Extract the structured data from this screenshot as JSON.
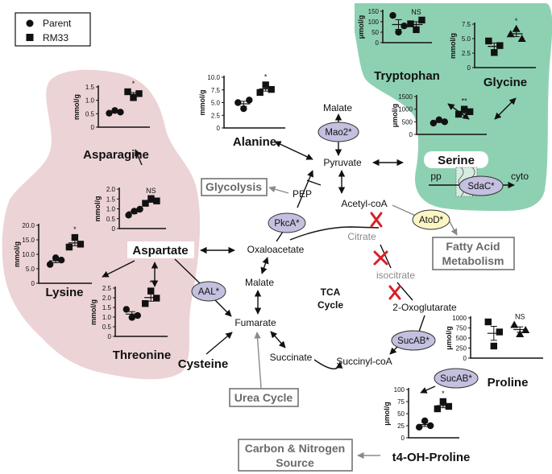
{
  "legend": [
    {
      "marker": "circle",
      "label": "Parent"
    },
    {
      "marker": "square",
      "label": "RM33"
    }
  ],
  "colors": {
    "amino_region": "#ecd3d6",
    "serine_region": "#8ed1b2",
    "enzyme_fill": "#c4c0e0",
    "atod_fill": "#fbf6c4",
    "block_mark": "#d91e26",
    "gray_text": "#8a8a8a"
  },
  "metabolites": {
    "malate_top": "Malate",
    "pyruvate": "Pyruvate",
    "pep": "PEP",
    "acetyl_coa": "Acetyl-coA",
    "citrate": "Citrate",
    "isocitrate": "isocitrate",
    "oxaloacetate": "Oxaloacetate",
    "malate": "Malate",
    "fumarate": "Fumarate",
    "two_oxoglutarate": "2-Oxoglutarate",
    "succinate": "Succinate",
    "succinyl_coa": "Succinyl-coA",
    "tca_line1": "TCA",
    "tca_line2": "Cycle",
    "cysteine": "Cysteine",
    "aspartate": "Aspartate",
    "pp": "pp",
    "cyto": "cyto"
  },
  "pathways": {
    "glycolysis": "Glycolysis",
    "urea_cycle": "Urea Cycle",
    "fatty_acid_line1": "Fatty Acid",
    "fatty_acid_line2": "Metabolism",
    "carbon_line1": "Carbon & Nitrogen",
    "carbon_line2": "Source"
  },
  "enzymes": {
    "mao2": "Mao2*",
    "pkca": "PkcA*",
    "aal": "AAL*",
    "atod": "AtoD*",
    "sdac": "SdaC*",
    "sucab_1": "SucAB*",
    "sucab_2": "SucAB*"
  },
  "chart_data": [
    {
      "type": "scatter",
      "title": "Asparagine",
      "ylabel": "mmol/g",
      "ylim": [
        0,
        1.5
      ],
      "yticks": [
        "0",
        "0.5",
        "1.0",
        "1.5"
      ],
      "series": [
        {
          "name": "Parent",
          "marker": "circle",
          "values": [
            0.52,
            0.62,
            0.56
          ]
        },
        {
          "name": "RM33",
          "marker": "square",
          "values": [
            1.32,
            1.1,
            1.25
          ]
        }
      ],
      "significance": "*"
    },
    {
      "type": "scatter",
      "title": "Lysine",
      "ylabel": "mmol/g",
      "ylim": [
        0,
        20
      ],
      "yticks": [
        "0",
        "5.0",
        "10.0",
        "15.0",
        "20.0"
      ],
      "series": [
        {
          "name": "Parent",
          "marker": "circle",
          "values": [
            6.5,
            8.8,
            8.0
          ]
        },
        {
          "name": "RM33",
          "marker": "square",
          "values": [
            12.5,
            15.8,
            13.5
          ]
        }
      ],
      "significance": "*"
    },
    {
      "type": "scatter",
      "title": "Aspartate",
      "ylabel": "mmol/g",
      "ylim": [
        0,
        2.0
      ],
      "yticks": [
        "0",
        "0.5",
        "1.0",
        "1.5",
        "2.0"
      ],
      "series": [
        {
          "name": "Parent",
          "marker": "circle",
          "values": [
            0.68,
            0.88,
            0.98
          ]
        },
        {
          "name": "RM33",
          "marker": "square",
          "values": [
            1.28,
            1.52,
            1.4
          ]
        }
      ],
      "significance": "NS"
    },
    {
      "type": "scatter",
      "title": "Threonine",
      "ylabel": "mmol/g",
      "ylim": [
        0,
        2.5
      ],
      "yticks": [
        "0",
        "0.5",
        "1.0",
        "1.5",
        "2.0",
        "2.5"
      ],
      "series": [
        {
          "name": "Parent",
          "marker": "circle",
          "values": [
            1.4,
            0.98,
            1.08
          ]
        },
        {
          "name": "RM33",
          "marker": "square",
          "values": [
            1.7,
            2.35,
            1.98
          ]
        }
      ],
      "significance": "*"
    },
    {
      "type": "scatter",
      "title": "Alanine",
      "ylabel": "mmol/g",
      "ylim": [
        0,
        10
      ],
      "yticks": [
        "0",
        "2.5",
        "5.0",
        "7.5",
        "10.0"
      ],
      "series": [
        {
          "name": "Parent",
          "marker": "circle",
          "values": [
            5.0,
            3.8,
            5.5
          ]
        },
        {
          "name": "RM33",
          "marker": "square",
          "values": [
            7.0,
            8.5,
            7.6
          ]
        }
      ],
      "significance": "*"
    },
    {
      "type": "scatter",
      "title": "Tryptophan",
      "ylabel": "μmol/g",
      "ylim": [
        0,
        150
      ],
      "yticks": [
        "0",
        "50",
        "100",
        "150"
      ],
      "series": [
        {
          "name": "Parent",
          "marker": "circle",
          "values": [
            130,
            50,
            80
          ]
        },
        {
          "name": "RM33",
          "marker": "square",
          "values": [
            90,
            62,
            108
          ]
        }
      ],
      "significance": "NS"
    },
    {
      "type": "scatter",
      "title": "Glycine",
      "ylabel": "mmol/g",
      "ylim": [
        0,
        7.5
      ],
      "yticks": [
        "0",
        "2.5",
        "5.0",
        "7.5"
      ],
      "series": [
        {
          "name": "Parent",
          "marker": "square",
          "values": [
            4.6,
            2.6,
            3.8
          ]
        },
        {
          "name": "RM33",
          "marker": "triangle",
          "values": [
            5.8,
            6.7,
            5.0
          ]
        }
      ],
      "significance": "*"
    },
    {
      "type": "scatter",
      "title": "Serine",
      "ylabel": "μmol/g",
      "ylim": [
        0,
        1500
      ],
      "yticks": [
        "0",
        "500",
        "1000",
        "1500"
      ],
      "series": [
        {
          "name": "Parent",
          "marker": "circle",
          "values": [
            450,
            580,
            500
          ]
        },
        {
          "name": "RM33",
          "marker": "square",
          "values": [
            800,
            1000,
            900
          ]
        }
      ],
      "significance": "**"
    },
    {
      "type": "scatter",
      "title": "Proline",
      "ylabel": "μmol/g",
      "ylim": [
        0,
        1000
      ],
      "yticks": [
        "0",
        "250",
        "500",
        "750",
        "1000"
      ],
      "series": [
        {
          "name": "Parent",
          "marker": "square",
          "values": [
            900,
            300,
            650
          ]
        },
        {
          "name": "RM33",
          "marker": "triangle",
          "values": [
            830,
            600,
            700
          ]
        }
      ],
      "significance": "NS"
    },
    {
      "type": "scatter",
      "title": "t4-OH-Proline",
      "ylabel": "μmol/g",
      "ylim": [
        0,
        100
      ],
      "yticks": [
        "0",
        "25",
        "50",
        "75",
        "100"
      ],
      "series": [
        {
          "name": "Parent",
          "marker": "circle",
          "values": [
            22,
            35,
            25
          ]
        },
        {
          "name": "RM33",
          "marker": "square",
          "values": [
            60,
            75,
            65
          ]
        }
      ],
      "significance": "*"
    }
  ]
}
